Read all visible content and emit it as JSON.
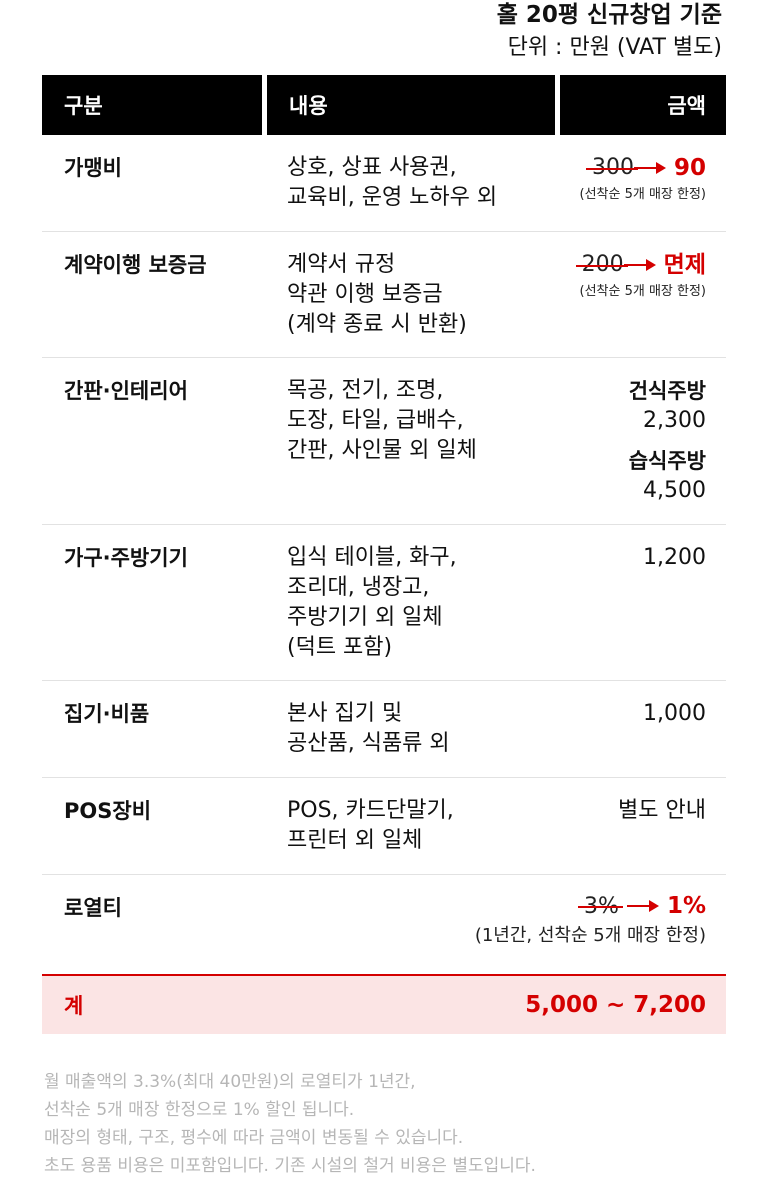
{
  "header": {
    "title": "홀 20평 신규창업 기준",
    "unit": "단위 : 만원 (VAT 별도)"
  },
  "table": {
    "columns": [
      "구분",
      "내용",
      "금액"
    ],
    "rows": [
      {
        "name": "가맹비",
        "desc": [
          "상호, 상표 사용권,",
          "교육비, 운영 노하우 외"
        ],
        "old": "300",
        "new": "90",
        "note": "(선착순 5개 매장 한정)"
      },
      {
        "name": "계약이행 보증금",
        "desc": [
          "계약서 규정",
          "약관 이행 보증금",
          "(계약 종료 시 반환)"
        ],
        "old": "200",
        "new": "면제",
        "note": "(선착순 5개 매장 한정)"
      },
      {
        "name": "간판·인테리어",
        "desc": [
          "목공, 전기, 조명,",
          "도장, 타일, 급배수,",
          "간판, 사인물 외 일체"
        ],
        "kitchens": [
          {
            "label": "건식주방",
            "value": "2,300"
          },
          {
            "label": "습식주방",
            "value": "4,500"
          }
        ]
      },
      {
        "name": "가구·주방기기",
        "desc": [
          "입식 테이블, 화구,",
          "조리대, 냉장고,",
          "주방기기 외 일체",
          "(덕트 포함)"
        ],
        "amount": "1,200"
      },
      {
        "name": "집기·비품",
        "desc": [
          "본사 집기 및",
          "공산품, 식품류 외"
        ],
        "amount": "1,000"
      },
      {
        "name": "POS장비",
        "desc": [
          "POS, 카드단말기,",
          "프린터 외 일체"
        ],
        "amount": "별도 안내"
      },
      {
        "name": "로열티",
        "old": "3%",
        "new": "1%",
        "note": "(1년간, 선착순 5개 매장 한정)"
      }
    ],
    "total": {
      "label": "계",
      "value": "5,000 ~ 7,200"
    }
  },
  "footnotes": [
    "월 매출액의 3.3%(최대 40만원)의 로열티가 1년간,",
    "선착순 5개 매장 한정으로 1% 할인 됩니다.",
    "매장의 형태, 구조, 평수에 따라 금액이 변동될 수 있습니다.",
    "초도 용품 비용은 미포함입니다. 기존 시설의 철거 비용은 별도입니다."
  ],
  "colors": {
    "accent": "#d40000",
    "total_bg": "#fbe4e4",
    "header_bg": "#000000",
    "footnote": "#b6b6b6"
  }
}
